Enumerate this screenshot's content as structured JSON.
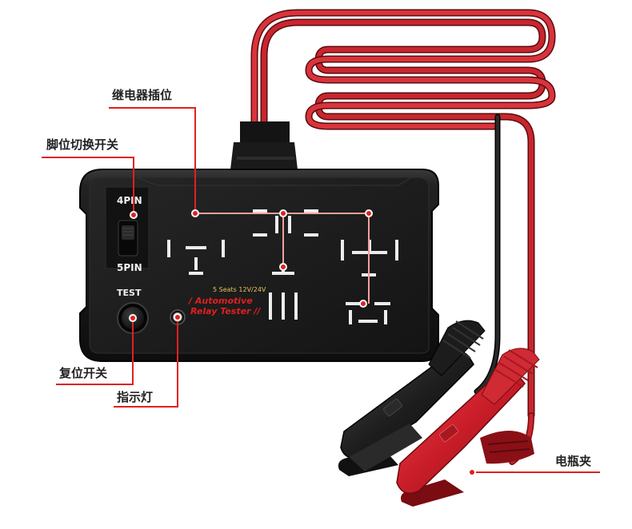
{
  "labels": {
    "relay_socket": "继电器插位",
    "pin_switch": "脚位切换开关",
    "reset_switch": "复位开关",
    "indicator_light": "指示灯",
    "battery_clip": "电瓶夹"
  },
  "device": {
    "pin_top": "4PIN",
    "pin_bottom": "5PIN",
    "test_label": "TEST",
    "spec_text": "5 Seats 12V/24V",
    "brand_line1": "Automotive",
    "brand_line2": "Relay Tester"
  },
  "colors": {
    "accent": "#e02020",
    "body": "#1c1c1c",
    "cable_red": "#c8262e",
    "clip_red": "#d21f2a",
    "clip_black": "#1a1a1a"
  }
}
